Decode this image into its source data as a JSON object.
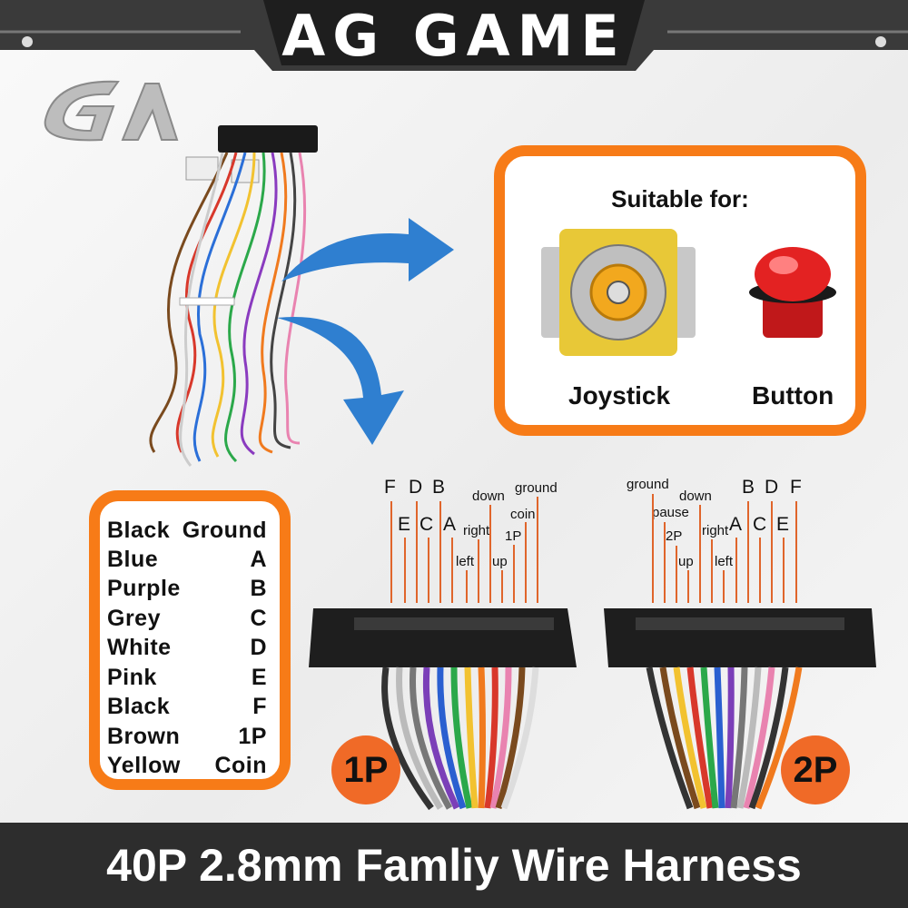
{
  "header": {
    "brand": "AG GAME"
  },
  "logo": {
    "text": "GA"
  },
  "suitable": {
    "title": "Suitable for:",
    "items": [
      {
        "label": "Joystick",
        "icon": "joystick-icon"
      },
      {
        "label": "Button",
        "icon": "arcade-button-icon"
      }
    ]
  },
  "legend": {
    "rows": [
      {
        "color": "Black",
        "function": "Ground"
      },
      {
        "color": "Blue",
        "function": "A"
      },
      {
        "color": "Purple",
        "function": "B"
      },
      {
        "color": "Grey",
        "function": "C"
      },
      {
        "color": "White",
        "function": "D"
      },
      {
        "color": "Pink",
        "function": "E"
      },
      {
        "color": "Black",
        "function": "F"
      },
      {
        "color": "Brown",
        "function": "1P"
      },
      {
        "color": "Yellow",
        "function": "Coin"
      }
    ]
  },
  "connector_1p": {
    "badge": "1P",
    "labels": [
      "F",
      "E",
      "D",
      "C",
      "B",
      "A",
      "right",
      "left",
      "down",
      "up",
      "1P",
      "coin",
      "ground"
    ]
  },
  "connector_2p": {
    "badge": "2P",
    "labels": [
      "ground",
      "pause",
      "2P",
      "up",
      "down",
      "right",
      "left",
      "A",
      "B",
      "C",
      "D",
      "E",
      "F"
    ]
  },
  "colors": {
    "accent": "#f77b17",
    "footer": "#2d2d2d",
    "badge": "#f06a27"
  },
  "footer": {
    "title": "40P 2.8mm Famliy Wire Harness"
  }
}
